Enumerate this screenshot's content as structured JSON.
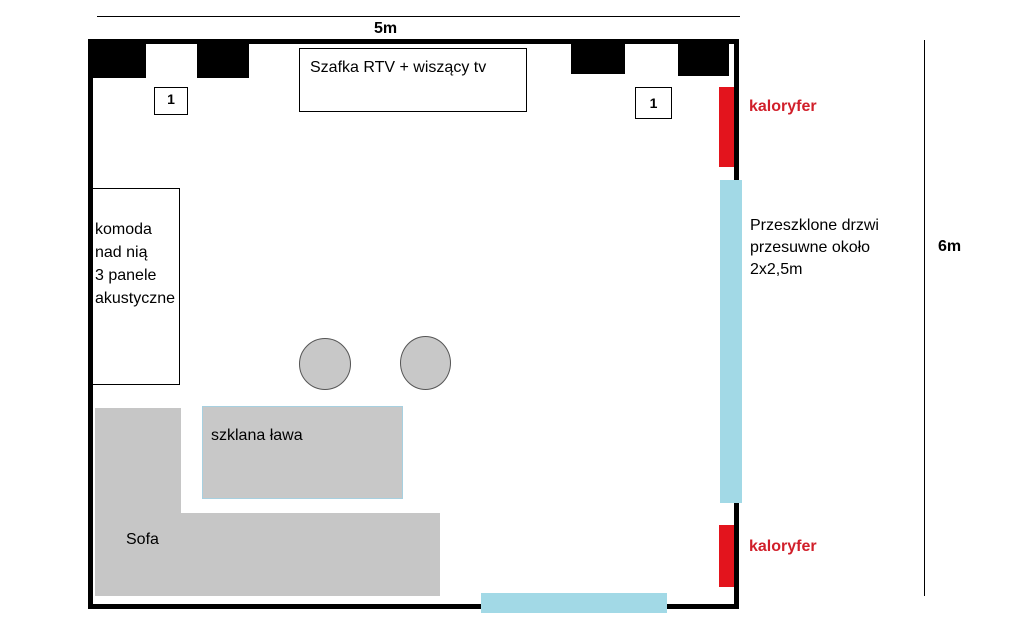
{
  "dimensions": {
    "width": "5m",
    "height": "6m"
  },
  "items": {
    "rtv_cabinet": "Szafka RTV + wiszący tv",
    "marker_left": "1",
    "marker_right": "1",
    "dresser_lines": [
      "komoda",
      "nad nią",
      "3 panele",
      "akustyczne"
    ],
    "glass_table": "szklana ława",
    "sofa": "Sofa",
    "heater_top": "kaloryfer",
    "heater_bottom": "kaloryfer",
    "sliding_door_lines": [
      "Przeszklone drzwi",
      "przesuwne około",
      "2x2,5m"
    ]
  },
  "colors": {
    "wall": "#000000",
    "furniture_fill": "#c6c6c6",
    "heater": "#e3141d",
    "heater_label": "#d11f2a",
    "glass_door": "#a2d9e6"
  }
}
